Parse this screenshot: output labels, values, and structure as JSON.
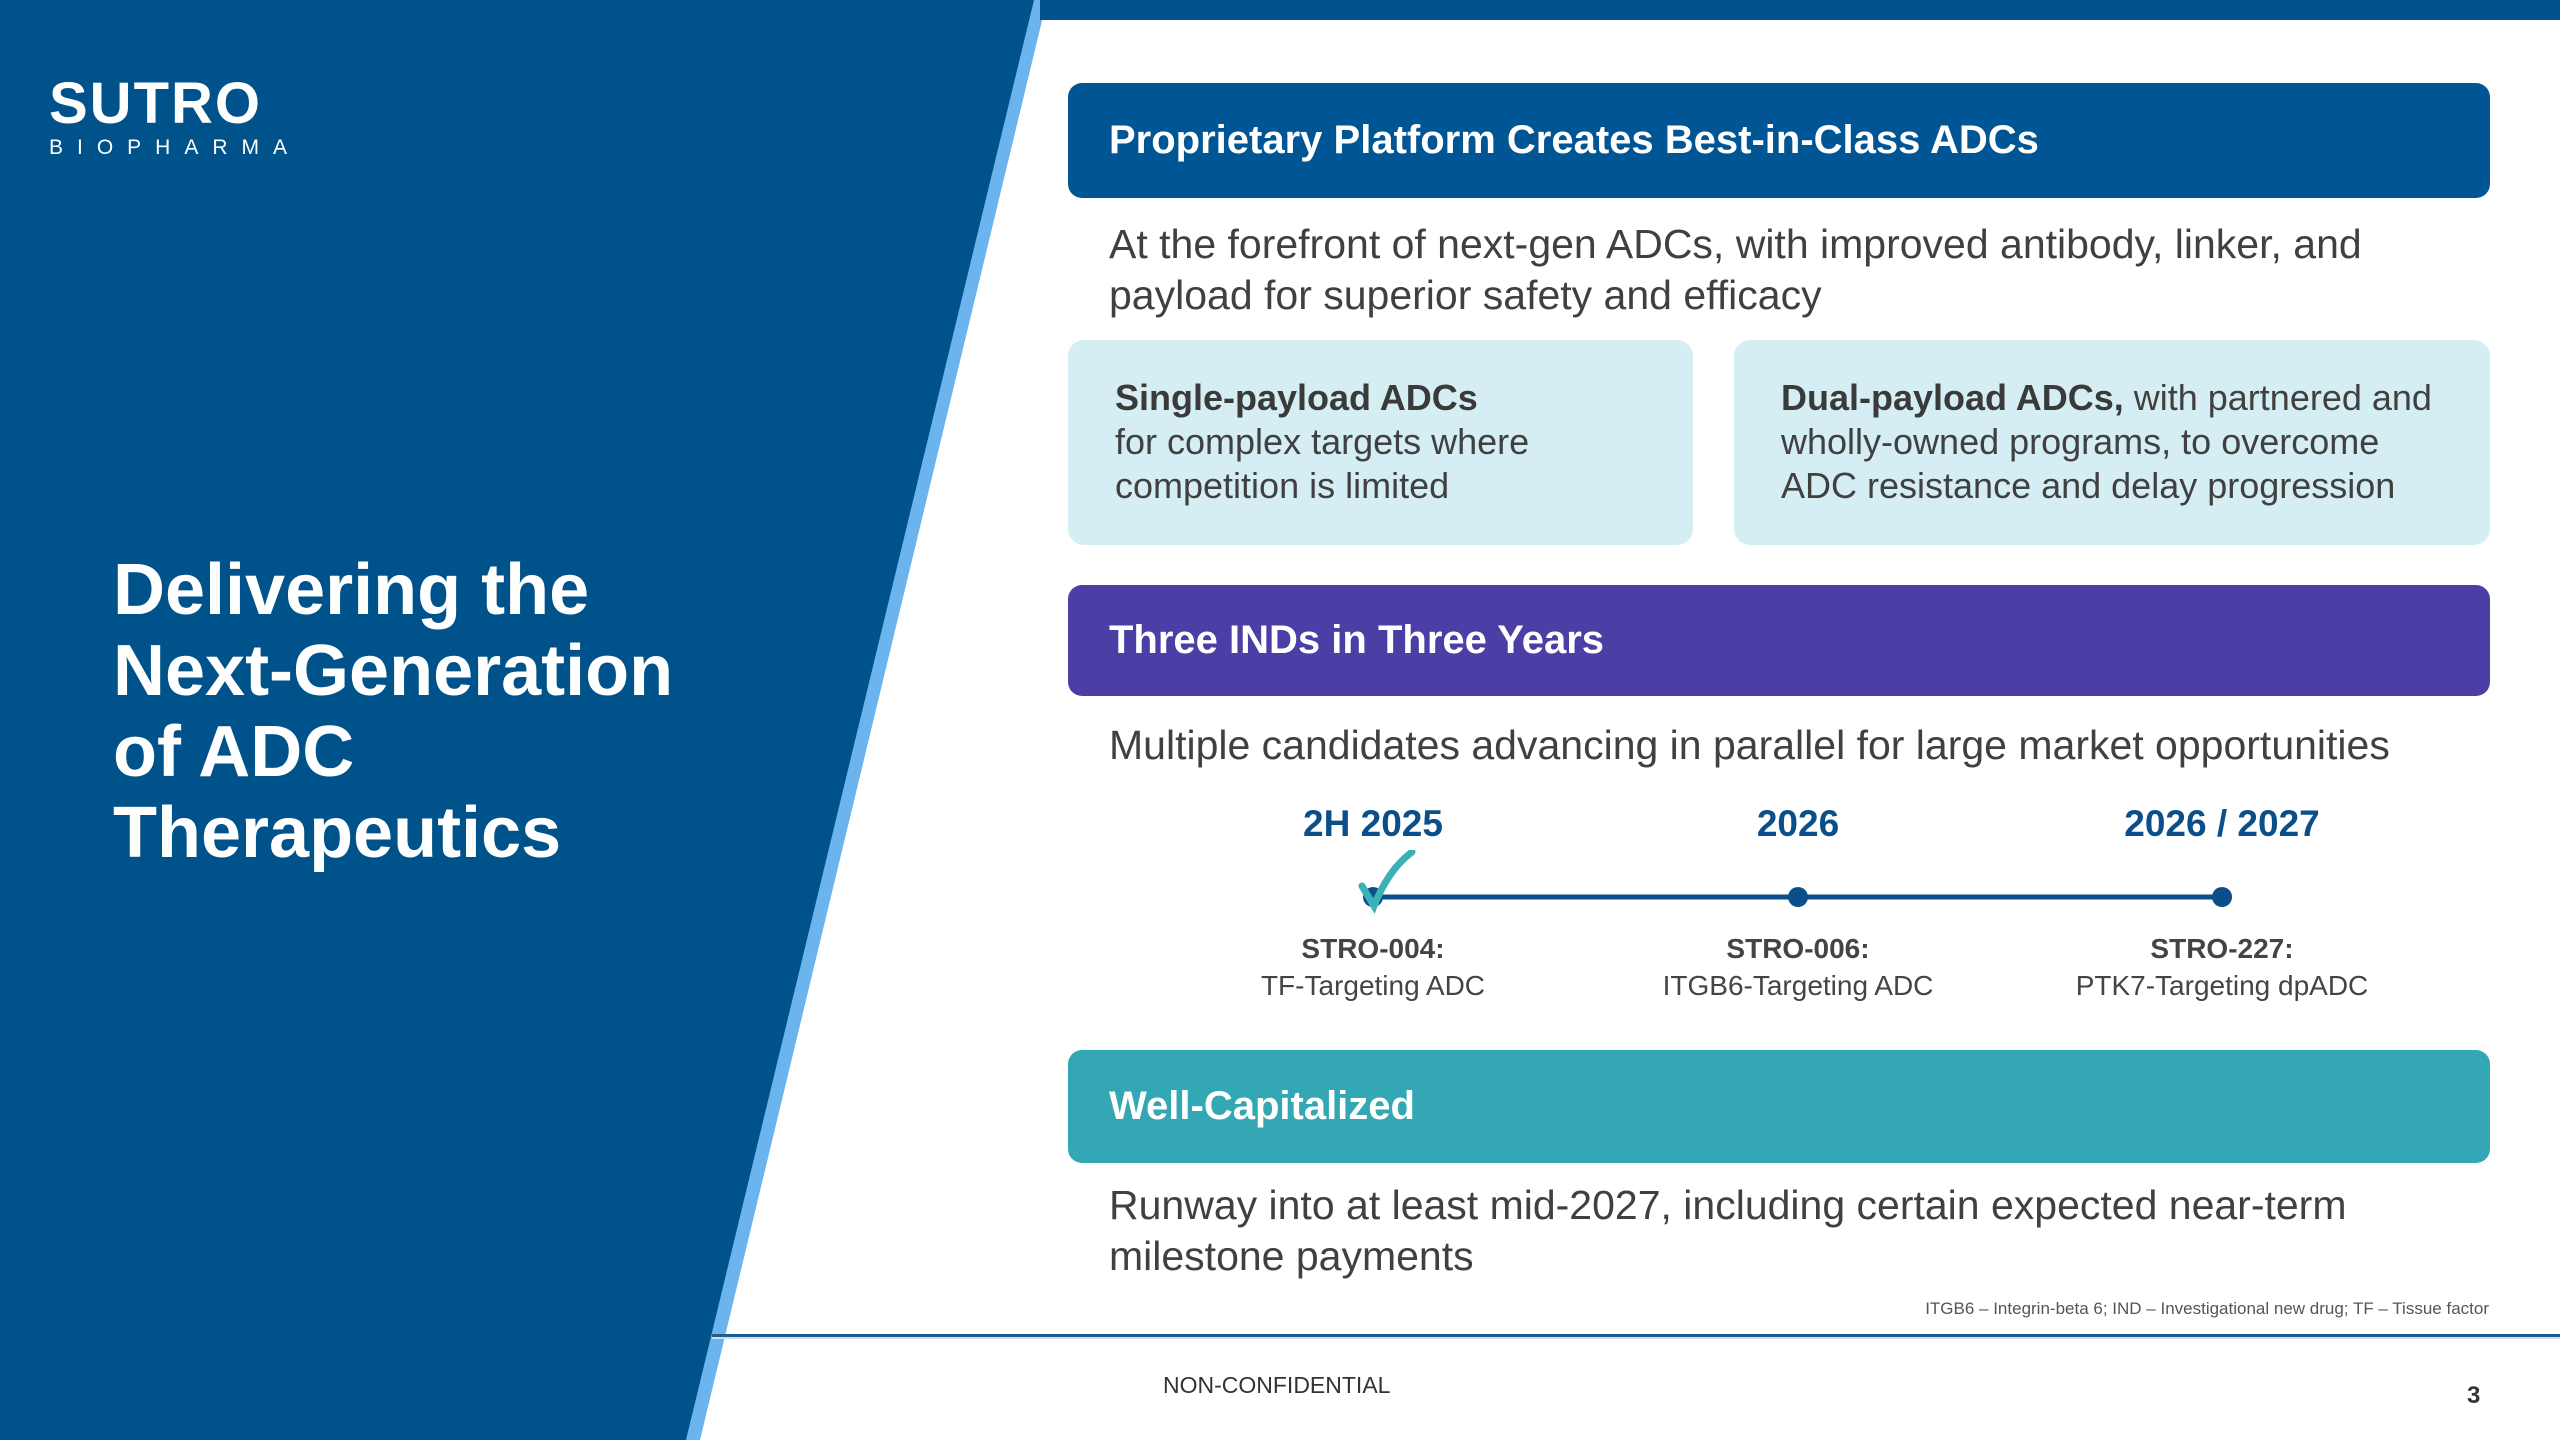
{
  "colors": {
    "panel": "#00538a",
    "accent_stripe": "#6cb4ee",
    "platform": "#005594",
    "inds": "#4b3fa5",
    "capital": "#34a7b5",
    "card_bg": "#d5eef4",
    "timeline": "#0b4f8a",
    "check": "#3bb0b8"
  },
  "logo": {
    "name": "SUTRO",
    "tagline": "BIOPHARMA"
  },
  "heading": "Delivering the Next-Generation of ADC Therapeutics",
  "platform": {
    "title": "Proprietary Platform Creates Best-in-Class ADCs",
    "subtitle": "At the forefront of next-gen ADCs, with improved antibody, linker, and payload for superior safety and efficacy",
    "cards": [
      {
        "bold": "Single-payload ADCs",
        "text": "for complex targets where competition is limited"
      },
      {
        "bold": "Dual-payload ADCs,",
        "text": " with partnered and wholly-owned programs, to overcome ADC resistance and delay progression"
      }
    ]
  },
  "inds": {
    "title": "Three INDs in Three Years",
    "subtitle": "Multiple candidates advancing in parallel for large market opportunities",
    "milestones": [
      {
        "year": "2H 2025",
        "code": "STRO-004:",
        "desc": "TF-Targeting ADC",
        "status": "check-icon"
      },
      {
        "year": "2026",
        "code": "STRO-006:",
        "desc": "ITGB6-Targeting ADC",
        "status": "dot"
      },
      {
        "year": "2026 / 2027",
        "code": "STRO-227:",
        "desc": "PTK7-Targeting dpADC",
        "status": "dot"
      }
    ]
  },
  "capital": {
    "title": "Well-Capitalized",
    "subtitle": "Runway into at least mid-2027, including certain expected near-term milestone payments"
  },
  "footnote": "ITGB6 – Integrin-beta 6; IND – Investigational new drug; TF – Tissue factor",
  "footer": {
    "classification": "NON-CONFIDENTIAL",
    "page": "3"
  }
}
